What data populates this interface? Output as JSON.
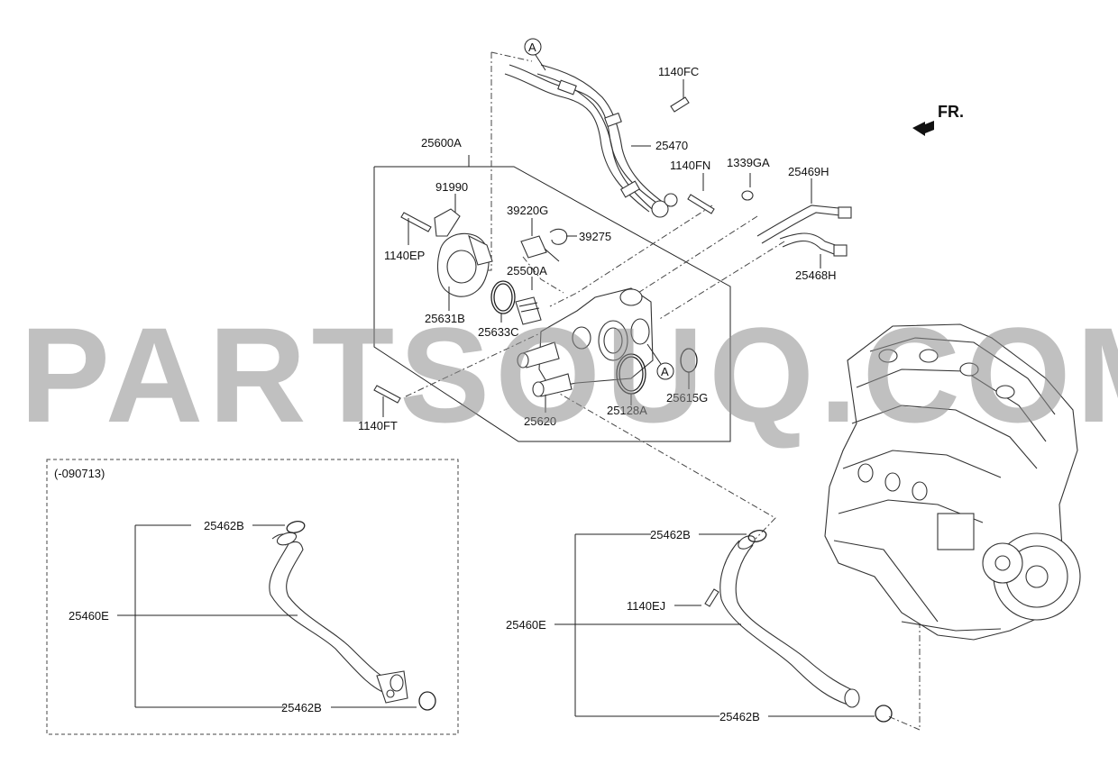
{
  "diagram": {
    "watermark": "PARTSOUQ.COM",
    "direction_label": "FR.",
    "variant_label": "(-090713)",
    "callout_letter": "A",
    "labels": {
      "p1140FC": "1140FC",
      "p25470": "25470",
      "p25600A": "25600A",
      "p1140FN": "1140FN",
      "p1339GA": "1339GA",
      "p25469H": "25469H",
      "p91990": "91990",
      "p39220G": "39220G",
      "p39275": "39275",
      "p25468H": "25468H",
      "p1140EP": "1140EP",
      "p25500A": "25500A",
      "p25631B": "25631B",
      "p25633C": "25633C",
      "p25615G": "25615G",
      "p25128A": "25128A",
      "p25620": "25620",
      "p1140FT": "1140FT",
      "p25462B_left_top": "25462B",
      "p25460E_left": "25460E",
      "p25462B_left_bottom": "25462B",
      "p25462B_right_top": "25462B",
      "p1140EJ": "1140EJ",
      "p25460E_right": "25460E",
      "p25462B_right_bottom": "25462B"
    }
  }
}
